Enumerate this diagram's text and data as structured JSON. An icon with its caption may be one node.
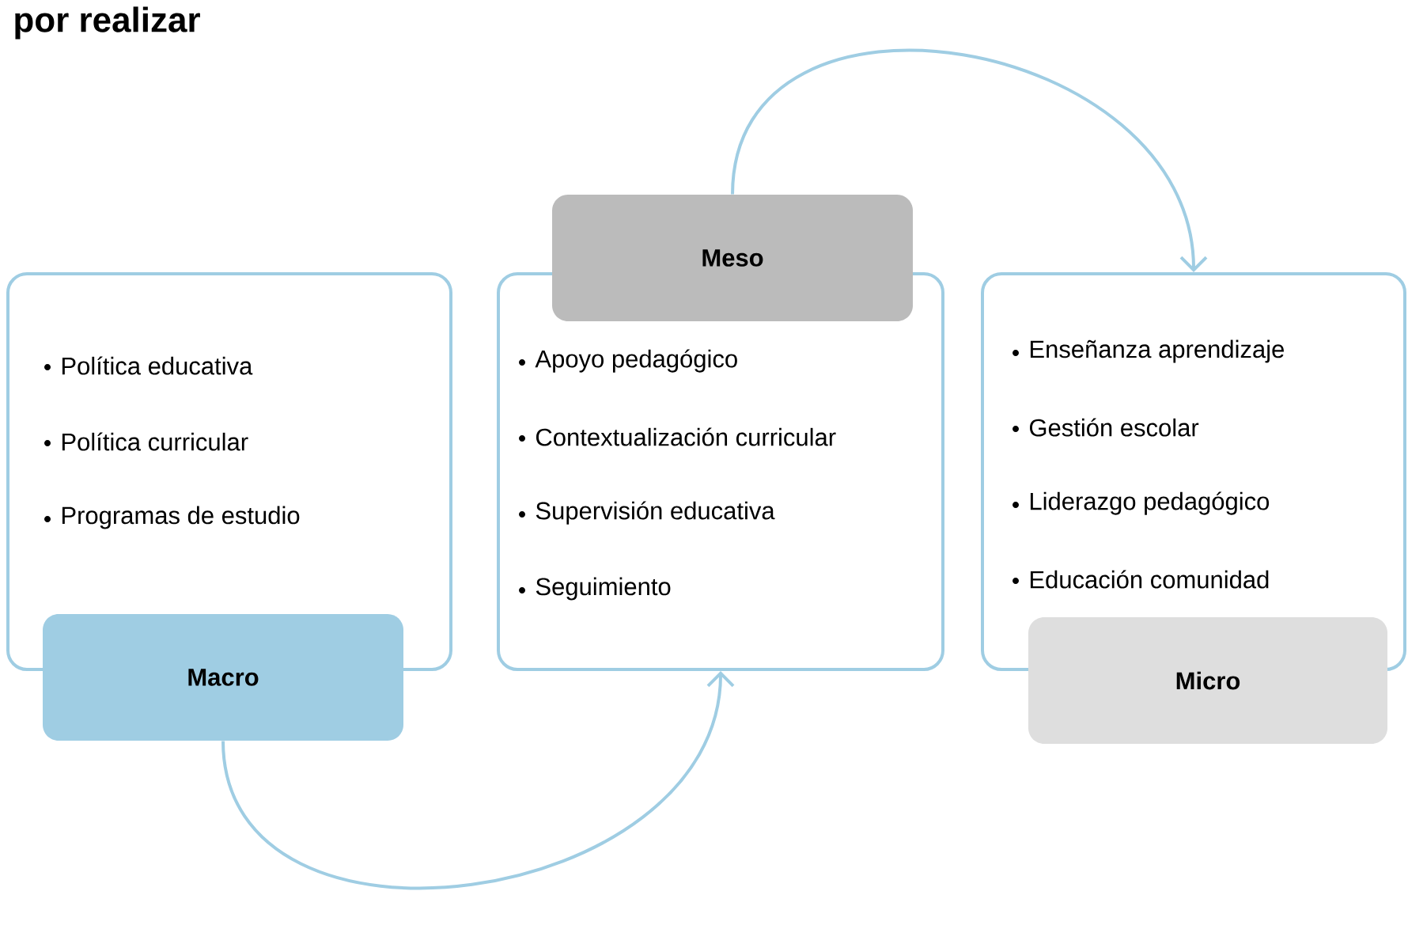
{
  "diagram": {
    "title": "por realizar",
    "nodes": [
      {
        "text": [
          "Política educativa",
          "Política curricular",
          "Programas de estudio"
        ]
      },
      {
        "text": [
          "Macro"
        ]
      },
      {
        "text": [
          "Meso"
        ]
      },
      {
        "text": [
          "Apoyo pedagógico",
          "Contextualización curricular",
          "Supervisión educativa",
          "Seguimiento"
        ]
      },
      {
        "text": [
          "Enseñanza aprendizaje",
          "Gestión escolar",
          "Liderazgo pedagógico",
          "Educación comunidad"
        ]
      },
      {
        "text": [
          "Micro"
        ]
      }
    ],
    "edges": [
      {
        "from": 1,
        "to": 3,
        "arrow": "to"
      },
      {
        "from": 2,
        "to": 4,
        "arrow": "to"
      }
    ]
  }
}
